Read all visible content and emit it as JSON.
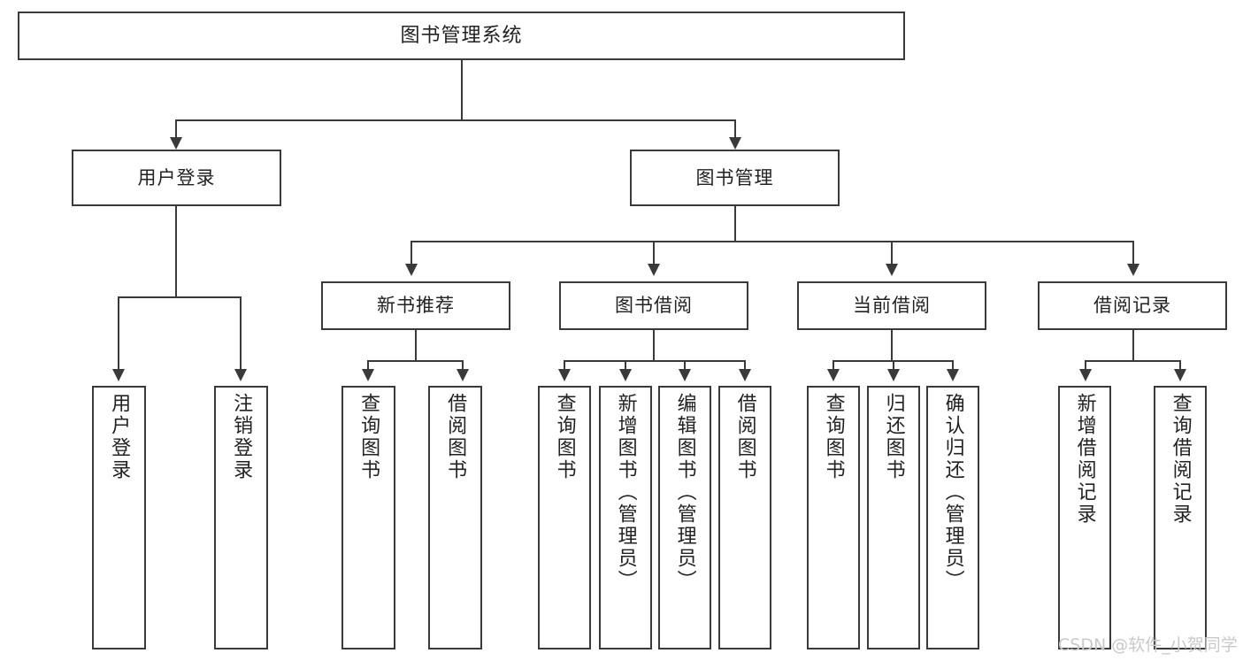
{
  "diagram": {
    "title": "图书管理系统",
    "type": "tree-hierarchy",
    "root": {
      "label": "图书管理系统"
    },
    "level2": [
      {
        "label": "用户登录"
      },
      {
        "label": "图书管理"
      }
    ],
    "level3": [
      {
        "label": "新书推荐"
      },
      {
        "label": "图书借阅"
      },
      {
        "label": "当前借阅"
      },
      {
        "label": "借阅记录"
      }
    ],
    "leaves": {
      "user_login": [
        {
          "label": "用户登录"
        },
        {
          "label": "注销登录"
        }
      ],
      "new_book_recommend": [
        {
          "label": "查询图书"
        },
        {
          "label": "借阅图书"
        }
      ],
      "book_borrow": [
        {
          "label": "查询图书"
        },
        {
          "label": "新增图书（管理员）"
        },
        {
          "label": "编辑图书（管理员）"
        },
        {
          "label": "借阅图书"
        }
      ],
      "current_borrow": [
        {
          "label": "查询图书"
        },
        {
          "label": "归还图书"
        },
        {
          "label": "确认归还（管理员）"
        }
      ],
      "borrow_record": [
        {
          "label": "新增借阅记录"
        },
        {
          "label": "查询借阅记录"
        }
      ]
    }
  },
  "watermark": {
    "text": "CSDN @软件_小贺同学"
  },
  "colors": {
    "stroke": "#3a3a3a",
    "text": "#222222",
    "background": "#ffffff",
    "watermark": "#c9c9c9"
  }
}
